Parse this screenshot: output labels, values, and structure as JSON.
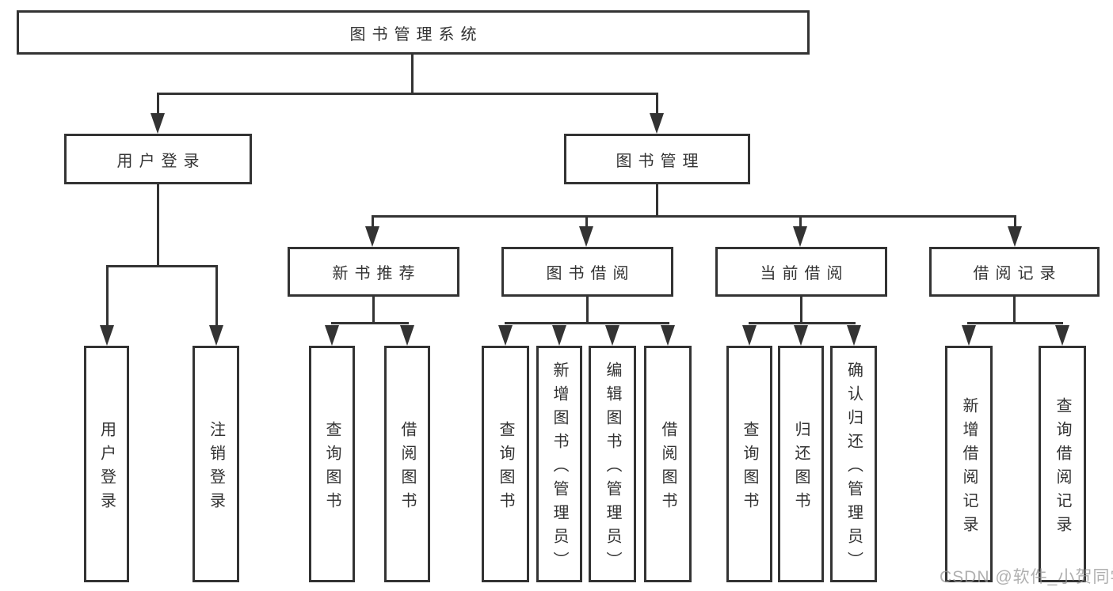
{
  "diagram": {
    "root": {
      "label": "图书管理系统"
    },
    "branches": [
      {
        "label": "用户登录",
        "children": [
          {
            "label": "用户登录"
          },
          {
            "label": "注销登录"
          }
        ]
      },
      {
        "label": "图书管理",
        "children": [
          {
            "label": "新书推荐",
            "children": [
              {
                "label": "查询图书"
              },
              {
                "label": "借阅图书"
              }
            ]
          },
          {
            "label": "图书借阅",
            "children": [
              {
                "label": "查询图书"
              },
              {
                "label": "新增图书（管理员）"
              },
              {
                "label": "编辑图书（管理员）"
              },
              {
                "label": "借阅图书"
              }
            ]
          },
          {
            "label": "当前借阅",
            "children": [
              {
                "label": "查询图书"
              },
              {
                "label": "归还图书"
              },
              {
                "label": "确认归还（管理员）"
              }
            ]
          },
          {
            "label": "借阅记录",
            "children": [
              {
                "label": "新增借阅记录"
              },
              {
                "label": "查询借阅记录"
              }
            ]
          }
        ]
      }
    ]
  },
  "watermark": {
    "text": "CSDN @软件_小贺同学"
  },
  "colors": {
    "line": "#333333",
    "box_border": "#333333",
    "text": "#333333",
    "watermark": "#969696",
    "background": "#ffffff"
  }
}
